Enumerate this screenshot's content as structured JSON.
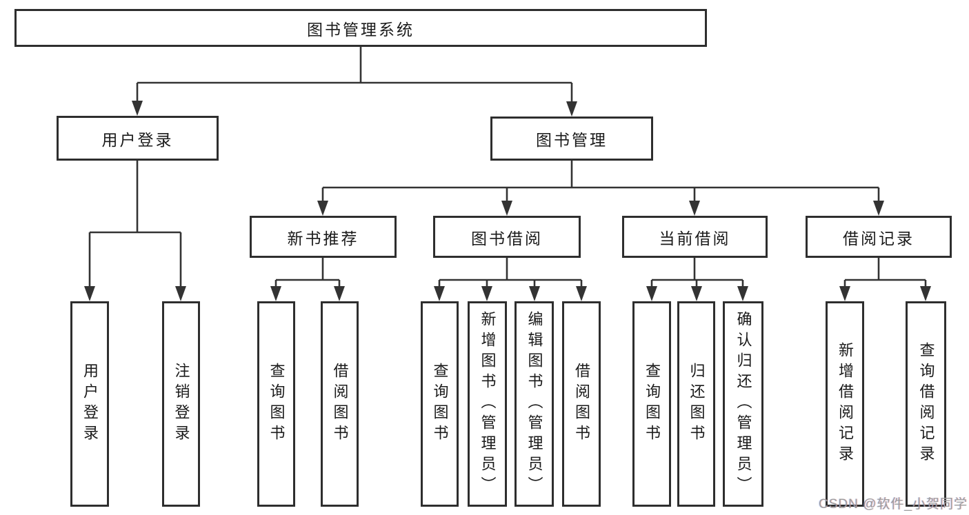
{
  "tree": {
    "label": "图书管理系统",
    "children": [
      {
        "label": "用户登录",
        "children": [
          {
            "label": "用户登录"
          },
          {
            "label": "注销登录"
          }
        ]
      },
      {
        "label": "图书管理",
        "children": [
          {
            "label": "新书推荐",
            "children": [
              {
                "label": "查询图书"
              },
              {
                "label": "借阅图书"
              }
            ]
          },
          {
            "label": "图书借阅",
            "children": [
              {
                "label": "查询图书"
              },
              {
                "label": "新增图书（管理员）"
              },
              {
                "label": "编辑图书（管理员）"
              },
              {
                "label": "借阅图书"
              }
            ]
          },
          {
            "label": "当前借阅",
            "children": [
              {
                "label": "查询图书"
              },
              {
                "label": "归还图书"
              },
              {
                "label": "确认归还（管理员）"
              }
            ]
          },
          {
            "label": "借阅记录",
            "children": [
              {
                "label": "新增借阅记录"
              },
              {
                "label": "查询借阅记录"
              }
            ]
          }
        ]
      }
    ]
  },
  "watermark": "CSDN @软件_小贺同学",
  "colors": {
    "line": "#333333",
    "box_border": "#2e2e2e",
    "text": "#1a1a1a",
    "watermark": "#9d9d9d",
    "background": "#ffffff"
  }
}
